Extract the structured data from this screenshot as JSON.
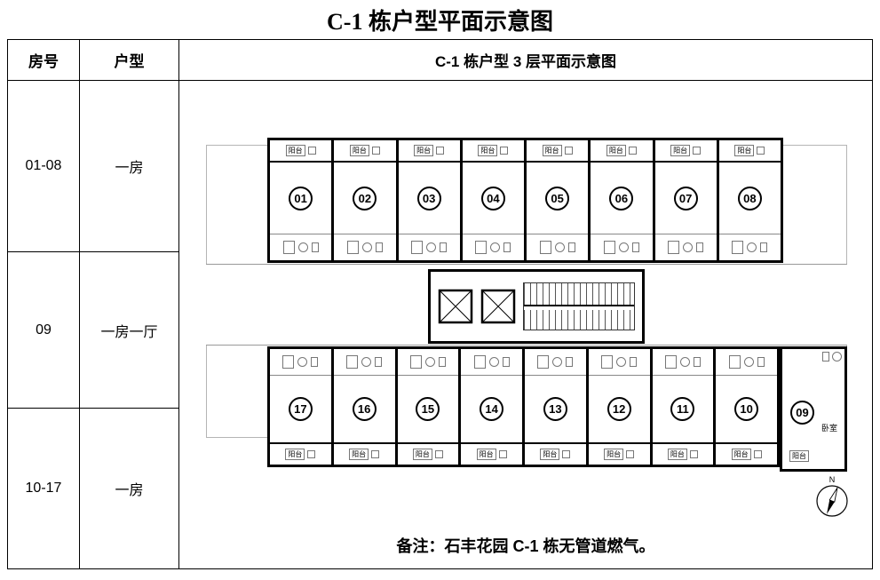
{
  "page_title": "C-1 栋户型平面示意图",
  "table": {
    "headers": [
      "房号",
      "户型"
    ],
    "rows": [
      {
        "room": "01-08",
        "type": "一房"
      },
      {
        "room": "09",
        "type": "一房一厅"
      },
      {
        "room": "10-17",
        "type": "一房"
      }
    ]
  },
  "plan": {
    "header": "C-1 栋户型 3 层平面示意图",
    "top_units": [
      "01",
      "02",
      "03",
      "04",
      "05",
      "06",
      "07",
      "08"
    ],
    "bottom_units": [
      "17",
      "16",
      "15",
      "14",
      "13",
      "12",
      "11",
      "10"
    ],
    "corner_unit": "09",
    "balcony_label": "阳台",
    "bedroom_label": "卧室",
    "note": "备注：石丰花园 C-1 栋无管道燃气。",
    "compass_label": "N"
  }
}
